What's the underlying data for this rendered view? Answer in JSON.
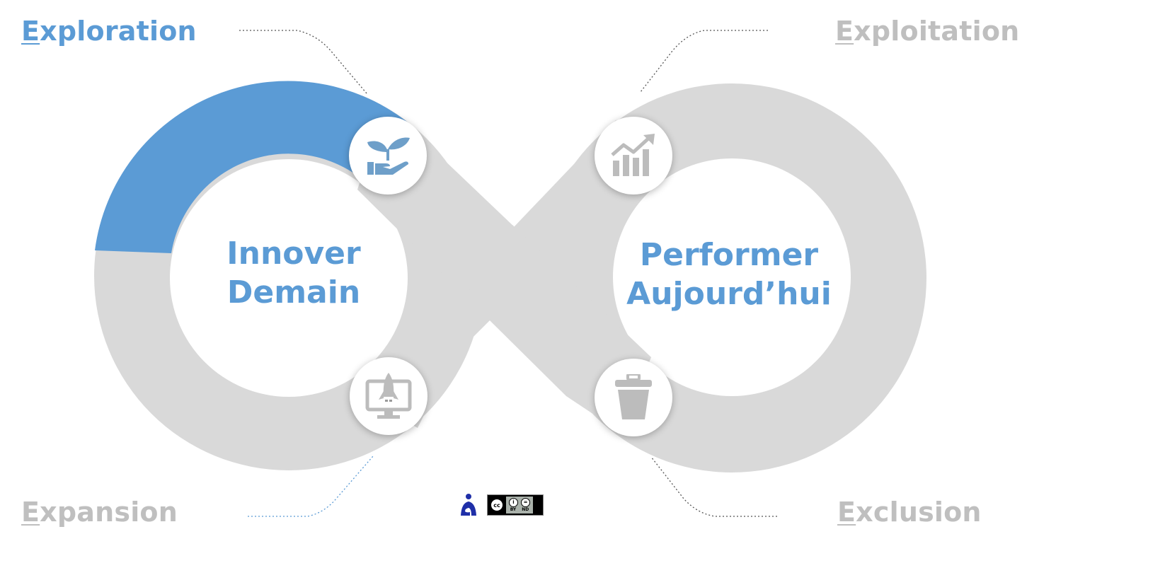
{
  "colors": {
    "accent_blue": "#5b9bd5",
    "loop_gray": "#d9d9d9",
    "muted_gray": "#bfbfbf",
    "icon_gray": "#bcbcbc",
    "icon_blue": "#6e9fc9",
    "logo_blue": "#1f2fa8"
  },
  "phases": {
    "exploration": {
      "initial": "E",
      "rest": "xploration",
      "active": true
    },
    "exploitation": {
      "initial": "E",
      "rest": "xploitation",
      "active": false
    },
    "expansion": {
      "initial": "E",
      "rest": "xpansion",
      "active": false
    },
    "exclusion": {
      "initial": "E",
      "rest": "xclusion",
      "active": false
    }
  },
  "center": {
    "left": {
      "line1": "Innover",
      "line2": "Demain"
    },
    "right": {
      "line1": "Performer",
      "line2": "Aujourd’hui"
    }
  },
  "icons": {
    "explore": "plant-in-hand-icon",
    "exploit": "growth-chart-icon",
    "expand": "rocket-monitor-icon",
    "exclude": "trash-bin-icon"
  },
  "license": {
    "logo": "author-logo-icon",
    "cc_mark": "cc",
    "cc_by": "BY",
    "cc_nd": "ND"
  }
}
